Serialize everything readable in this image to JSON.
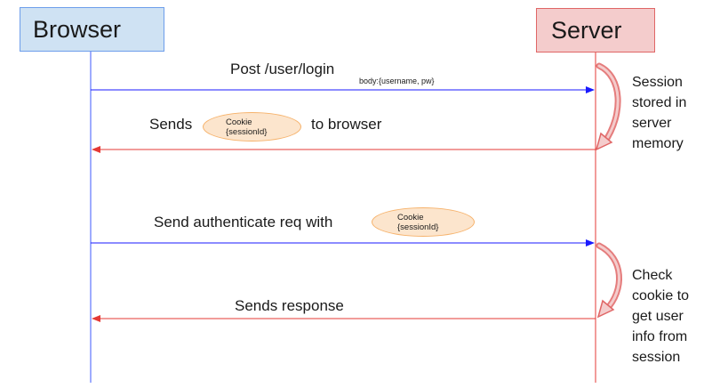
{
  "actors": {
    "browser": "Browser",
    "server": "Server"
  },
  "messages": [
    {
      "label": "Post /user/login",
      "detail": "body:{username, pw}"
    },
    {
      "label_before": "Sends",
      "label_after": "to browser"
    },
    {
      "label": "Send authenticate req with"
    },
    {
      "label": "Sends response"
    }
  ],
  "cookie": {
    "line1": "Cookie",
    "line2": "{sessionId}"
  },
  "notes": {
    "session": [
      "Session",
      "stored in",
      "server",
      "memory"
    ],
    "check": [
      "Check",
      "cookie to",
      "get user",
      "info from",
      "session"
    ]
  },
  "colors": {
    "request_arrow": "#1a1aff",
    "response_arrow": "#e53935",
    "lifeline_browser": "#3d5afe",
    "lifeline_server": "#e53935",
    "browser_fill": "#cfe2f3",
    "server_fill": "#f4cccc",
    "cookie_fill": "#fce5cd",
    "self_arrow": "#e06666"
  }
}
